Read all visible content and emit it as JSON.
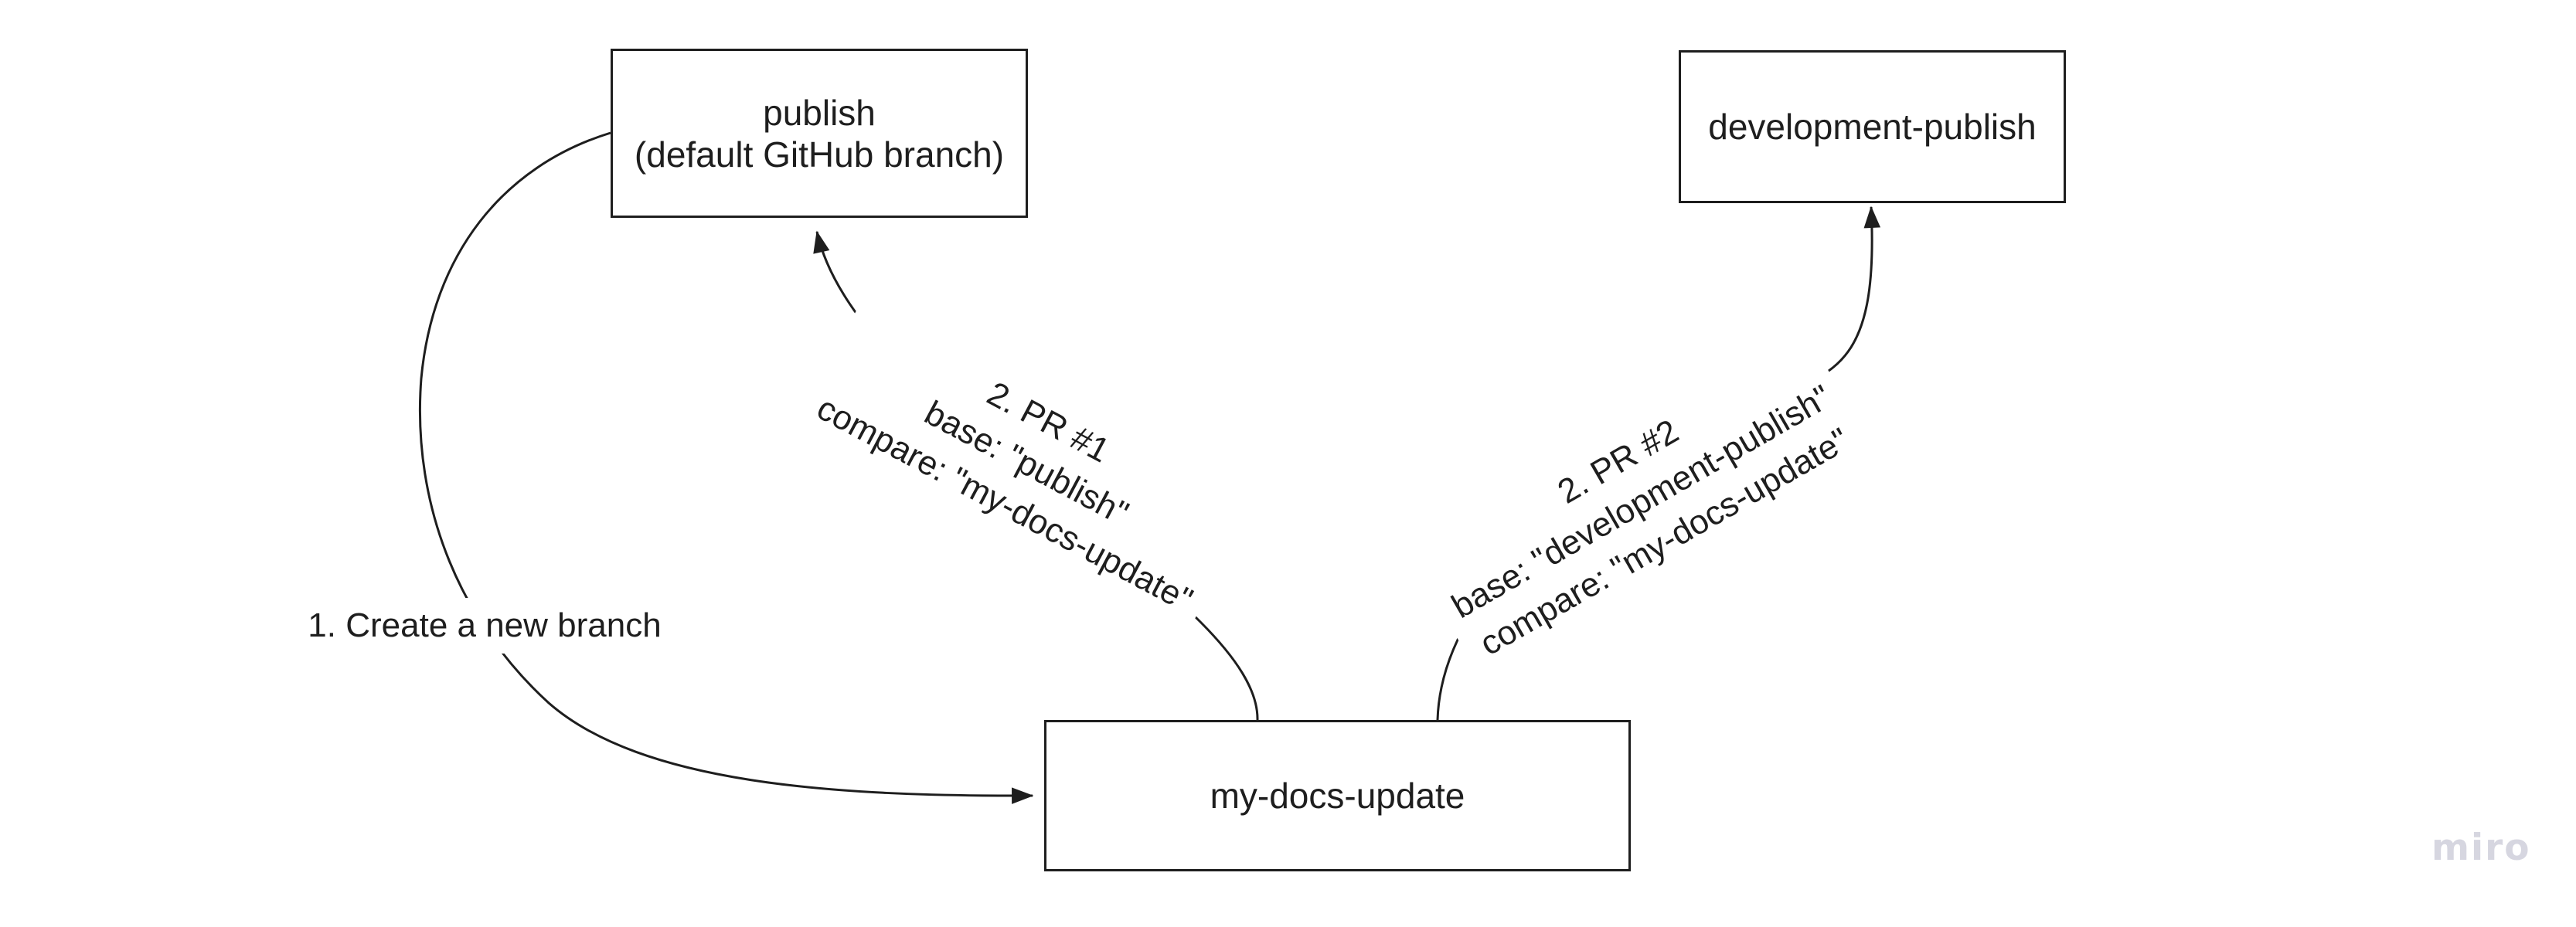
{
  "board": {
    "nodes": {
      "publish": {
        "line1": "publish",
        "line2": "(default GitHub branch)"
      },
      "development_publish": {
        "label": "development-publish"
      },
      "my_docs_update": {
        "label": "my-docs-update"
      }
    },
    "edges": {
      "create_branch": {
        "label": "1. Create a new branch"
      },
      "pr1": {
        "line1": "2. PR #1",
        "line2": "base: \"publish\"",
        "line3": "compare: \"my-docs-update\""
      },
      "pr2": {
        "line1": "2. PR #2",
        "line2": "base: \"development-publish\"",
        "line3": "compare: \"my-docs-update\""
      }
    },
    "watermark": "miro",
    "colors": {
      "stroke": "#1e1e1e",
      "text": "#1e1e1e",
      "node_fill": "#ffffff",
      "background": "#ffffff",
      "watermark": "#d6d6e0"
    }
  }
}
